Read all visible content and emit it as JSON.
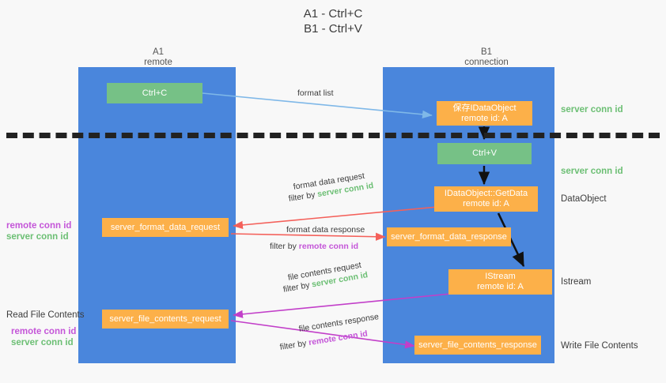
{
  "title": {
    "line1": "A1 - Ctrl+C",
    "line2": "B1 - Ctrl+V"
  },
  "columns": [
    {
      "name": "A1",
      "sub": "remote"
    },
    {
      "name": "B1",
      "sub": "connection"
    }
  ],
  "boxes": {
    "ctrl_c": "Ctrl+C",
    "ctrl_v": "Ctrl+V",
    "save_idataobject": {
      "line1": "保存IDataObject",
      "line2": "remote id: A"
    },
    "getdata": {
      "line1": "IDataObject::GetData",
      "line2": "remote id: A"
    },
    "istream": {
      "line1": "IStream",
      "line2": "remote id: A"
    },
    "server_format_data_request": "server_format_data_request",
    "server_format_data_response": "server_format_data_response",
    "server_file_contents_request": "server_file_contents_request",
    "server_file_contents_response": "server_file_contents_response"
  },
  "right_labels": {
    "server_conn_id_1": "server conn id",
    "server_conn_id_2": "server conn id",
    "dataobject": "DataObject",
    "istream": "Istream",
    "write_file_contents": "Write File Contents"
  },
  "left_labels": {
    "remote_conn_id_1": "remote conn id",
    "server_conn_id_1": "server conn id",
    "read_file_contents": "Read File Contents",
    "remote_conn_id_2": "remote conn id",
    "server_conn_id_2": "server conn id"
  },
  "arrow_labels": {
    "format_list": "format list",
    "format_data_request": "format data request",
    "format_data_request_filter_prefix": "filter by ",
    "format_data_request_filter_value": "server conn id",
    "format_data_response": "format data response",
    "format_data_response_filter_prefix": "filter by ",
    "format_data_response_filter_value": "remote conn id",
    "file_contents_request": "file contents request",
    "file_contents_request_filter_prefix": "filter by ",
    "file_contents_request_filter_value": "server conn id",
    "file_contents_response": "file contents response",
    "file_contents_response_filter_prefix": "filter by ",
    "file_contents_response_filter_value": "remote conn id"
  },
  "colors": {
    "lane": "#4a86dc",
    "green_box": "#76c186",
    "orange_box": "#fcb049",
    "green_text": "#6cbf74",
    "magenta_text": "#c455d8",
    "red_arrow": "#f4605a",
    "magenta_arrow": "#c23fc9",
    "blue_arrow": "#7fb8e8",
    "black_arrow": "#111111"
  }
}
